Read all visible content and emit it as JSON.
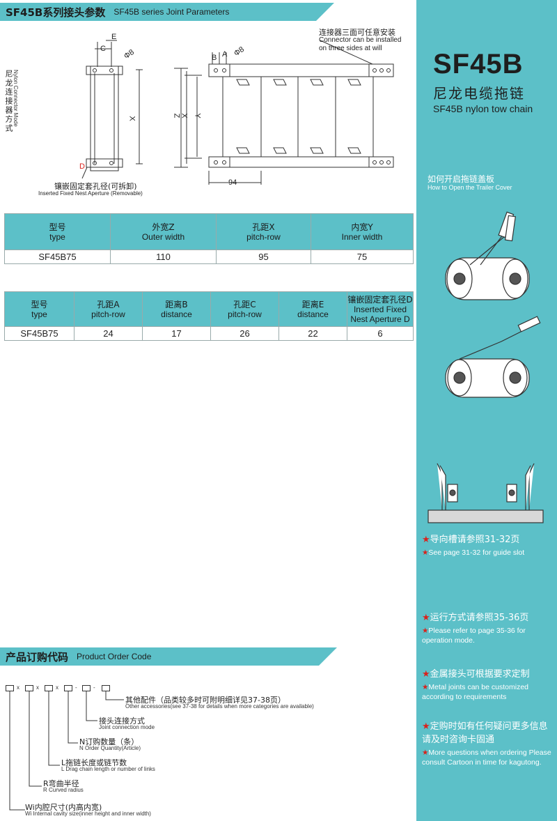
{
  "joint": {
    "title_zh": "SF45B系列接头参数",
    "title_en": "SF45B series Joint Parameters"
  },
  "side_label": {
    "en": "Nylon Connector Mode",
    "zh": "尼龙连接器方式"
  },
  "drawing": {
    "connector_note_zh": "连接器三面可任意安装",
    "connector_note_en1": "Connector can be installed",
    "connector_note_en2": "on three sides at will",
    "insert_zh": "镶嵌固定套孔径(可拆卸)",
    "insert_en": "Inserted Fixed Nest Aperture (Removable)",
    "dim_c": "C",
    "dim_e": "E",
    "dim_phi_left": "Φ8",
    "dim_x": "X",
    "dim_d": "D",
    "dim_b": "B",
    "dim_a": "A",
    "dim_phi_right": "Φ8",
    "dim_z": "Z",
    "dim_x2": "X",
    "dim_y": "Y",
    "dim_94": "94"
  },
  "table1": {
    "headers": [
      {
        "zh": "型号",
        "en": "type"
      },
      {
        "zh": "外宽Z",
        "en": "Outer width"
      },
      {
        "zh": "孔距X",
        "en": "pitch-row"
      },
      {
        "zh": "内宽Y",
        "en": "Inner width"
      }
    ],
    "row": [
      "SF45B75",
      "110",
      "95",
      "75"
    ]
  },
  "table2": {
    "headers": [
      {
        "zh": "型号",
        "en": "type"
      },
      {
        "zh": "孔距A",
        "en": "pitch-row"
      },
      {
        "zh": "距离B",
        "en": "distance"
      },
      {
        "zh": "孔距C",
        "en": "pitch-row"
      },
      {
        "zh": "距离E",
        "en": "distance"
      },
      {
        "zh": "镶嵌固定套孔径D",
        "en": "Inserted Fixed Nest Aperture D"
      }
    ],
    "row": [
      "SF45B75",
      "24",
      "17",
      "26",
      "22",
      "6"
    ]
  },
  "brand": {
    "model": "SF45B",
    "name_zh": "尼龙电缆拖链",
    "name_en": "SF45B nylon tow chain"
  },
  "how_open": {
    "zh": "如何开启拖链盖板",
    "en": "How to Open the Trailer Cover"
  },
  "notes": [
    {
      "zh": "导向槽请参照31-32页",
      "en": "See page 31-32 for guide slot"
    },
    {
      "zh": "运行方式请参照35-36页",
      "en": "Please refer to page 35-36 for operation mode."
    },
    {
      "zh": "金属接头可根据要求定制",
      "en": "Metal joints can be customized according to requirements"
    },
    {
      "zh": "定购时如有任何疑问更多信息请及时咨询卡固通",
      "en": "More questions when ordering Please consult Cartoon in time for kagutong."
    }
  ],
  "order": {
    "title_zh": "产品订购代码",
    "title_en": "Product Order Code",
    "sep_x": "x",
    "sep_dash": "-",
    "items": [
      {
        "zh": "其他配件（品类较多时可附明细详见37-38页）",
        "en": "Other accessories(see 37-38 for details when more categories are available)"
      },
      {
        "zh": "接头连接方式",
        "en": "Joint connection mode"
      },
      {
        "zh": "N订购数量（条）",
        "en": "N Order Quantity(Article)"
      },
      {
        "zh": "L拖链长度或链节数",
        "en": "L Drag chain length or number of links"
      },
      {
        "zh": "R弯曲半径",
        "en": "R Curved radius"
      },
      {
        "zh": "Wi内腔尺寸(内高内宽)",
        "en": "Wi Internal cavity size(inner height and inner width)"
      }
    ]
  },
  "colors": {
    "accent": "#5cc0c8",
    "star": "#d9221c"
  }
}
